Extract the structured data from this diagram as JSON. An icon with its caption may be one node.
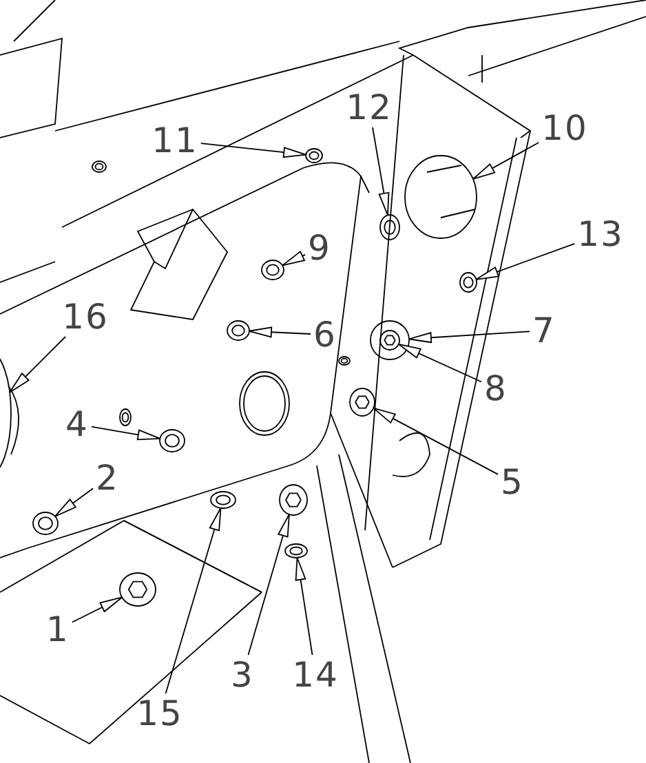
{
  "diagram": {
    "nodes": [
      {
        "text": [
          "12"
        ]
      },
      {
        "text": [
          "10"
        ]
      },
      {
        "text": [
          "11"
        ]
      },
      {
        "text": [
          "13"
        ]
      },
      {
        "text": [
          "9"
        ]
      },
      {
        "text": [
          "16"
        ]
      },
      {
        "text": [
          "7"
        ]
      },
      {
        "text": [
          "6"
        ]
      },
      {
        "text": [
          "8"
        ]
      },
      {
        "text": [
          "4"
        ]
      },
      {
        "text": [
          "5"
        ]
      },
      {
        "text": [
          "2"
        ]
      },
      {
        "text": [
          "1"
        ]
      },
      {
        "text": [
          "3"
        ]
      },
      {
        "text": [
          "14"
        ]
      },
      {
        "text": [
          "15"
        ]
      },
      {
        "text": [],
        "shape": "circle"
      },
      {
        "text": [],
        "shape": "circle"
      },
      {
        "text": [],
        "shape": "circle"
      },
      {
        "text": [],
        "shape": "circle"
      },
      {
        "text": [],
        "shape": "circle"
      },
      {
        "text": [],
        "shape": "circle"
      },
      {
        "text": [],
        "shape": "circle"
      },
      {
        "text": [],
        "shape": "circle"
      },
      {
        "text": [],
        "shape": "circle",
        "in": 22
      },
      {
        "text": [],
        "shape": "circle"
      },
      {
        "text": [],
        "shape": "circle"
      },
      {
        "text": [],
        "shape": "circle"
      },
      {
        "text": [],
        "shape": "circle"
      },
      {
        "text": [],
        "shape": "circle"
      },
      {
        "text": [],
        "shape": "circle"
      },
      {
        "text": [],
        "shape": "circle"
      }
    ],
    "edges": [
      {
        "from": 0,
        "to": 16,
        "arrow": "to"
      },
      {
        "from": 1,
        "to": 17,
        "arrow": "to"
      },
      {
        "from": 2,
        "to": 18,
        "arrow": "to"
      },
      {
        "from": 3,
        "to": 19,
        "arrow": "to"
      },
      {
        "from": 4,
        "to": 20,
        "arrow": "to"
      },
      {
        "from": 5,
        "to": 21,
        "arrow": "to"
      },
      {
        "from": 6,
        "to": 22,
        "arrow": "to"
      },
      {
        "from": 7,
        "to": 23,
        "arrow": "to"
      },
      {
        "from": 8,
        "to": 24,
        "arrow": "to"
      },
      {
        "from": 9,
        "to": 25,
        "arrow": "to"
      },
      {
        "from": 10,
        "to": 26,
        "arrow": "to"
      },
      {
        "from": 11,
        "to": 27,
        "arrow": "to"
      },
      {
        "from": 12,
        "to": 28,
        "arrow": "to"
      },
      {
        "from": 13,
        "to": 29,
        "arrow": "to"
      },
      {
        "from": 14,
        "to": 30,
        "arrow": "to"
      },
      {
        "from": 15,
        "to": 31,
        "arrow": "to"
      }
    ]
  }
}
